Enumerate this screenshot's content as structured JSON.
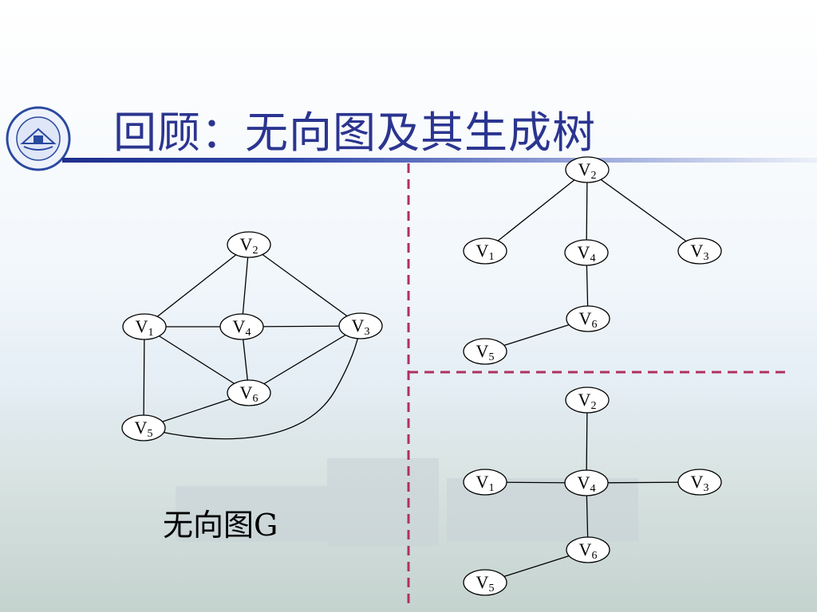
{
  "slide": {
    "title": "回顾：无向图及其生成树",
    "caption": "无向图G"
  },
  "vertex_label_prefix": "V",
  "colors": {
    "title": "#2b3590",
    "divider": "#b03060",
    "node_stroke": "#000000"
  },
  "graphs": [
    {
      "id": "graph-g",
      "nodes": [
        "1",
        "2",
        "3",
        "4",
        "5",
        "6"
      ],
      "edges": [
        [
          "1",
          "2"
        ],
        [
          "2",
          "4"
        ],
        [
          "2",
          "3"
        ],
        [
          "1",
          "4"
        ],
        [
          "4",
          "3"
        ],
        [
          "1",
          "6"
        ],
        [
          "4",
          "6"
        ],
        [
          "3",
          "6"
        ],
        [
          "1",
          "5"
        ],
        [
          "5",
          "6"
        ],
        [
          "5",
          "3"
        ]
      ]
    },
    {
      "id": "spanning-tree-a",
      "nodes": [
        "1",
        "2",
        "3",
        "4",
        "5",
        "6"
      ],
      "edges": [
        [
          "2",
          "1"
        ],
        [
          "2",
          "4"
        ],
        [
          "2",
          "3"
        ],
        [
          "4",
          "6"
        ],
        [
          "6",
          "5"
        ]
      ]
    },
    {
      "id": "spanning-tree-b",
      "nodes": [
        "1",
        "2",
        "3",
        "4",
        "5",
        "6"
      ],
      "edges": [
        [
          "2",
          "4"
        ],
        [
          "1",
          "4"
        ],
        [
          "4",
          "3"
        ],
        [
          "4",
          "6"
        ],
        [
          "6",
          "5"
        ]
      ]
    }
  ]
}
